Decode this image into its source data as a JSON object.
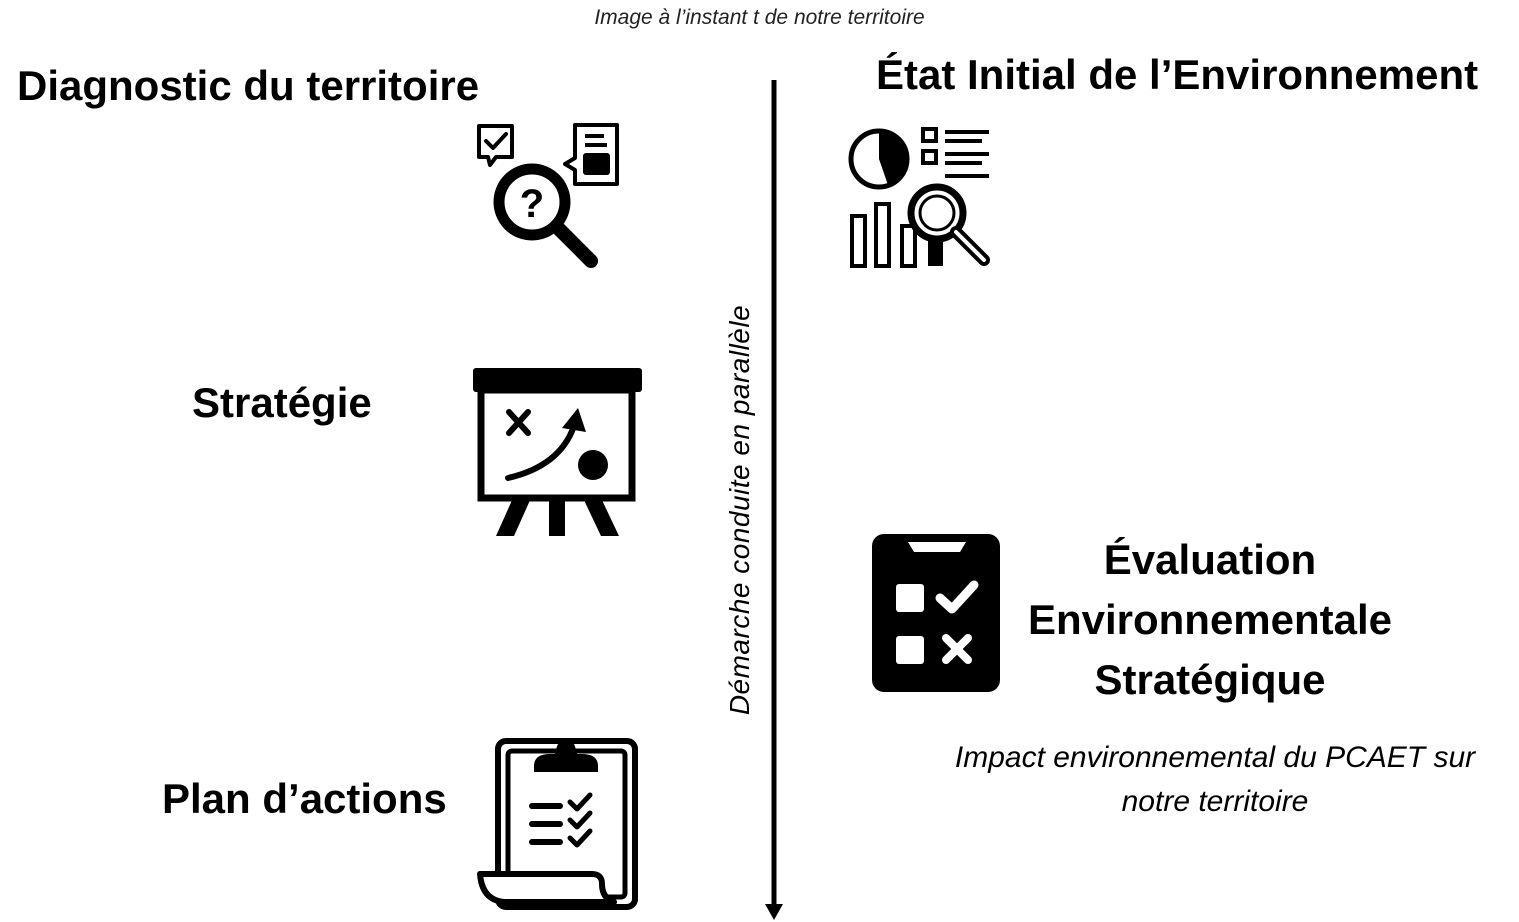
{
  "caption": "Image à l’instant t de notre territoire",
  "left_column": {
    "diagnostic": {
      "label": "Diagnostic du territoire",
      "icon": "diagnostic-search-icon"
    },
    "strategie": {
      "label": "Stratégie",
      "icon": "strategy-board-icon"
    },
    "plan": {
      "label": "Plan d’actions",
      "icon": "action-plan-clipboard-icon"
    }
  },
  "axis": {
    "label": "Démarche conduite en parallèle",
    "icon": "down-arrow-icon"
  },
  "right_column": {
    "eie": {
      "label": "État Initial de l’Environnement",
      "icon": "data-analysis-icon"
    },
    "ees": {
      "title": "Évaluation Environnementale Stratégique",
      "icon": "evaluation-checklist-icon",
      "note": "Impact environnemental du PCAET sur notre territoire"
    }
  },
  "colors": {
    "ink": "#000000",
    "caption": "#222222",
    "background": "#ffffff"
  }
}
